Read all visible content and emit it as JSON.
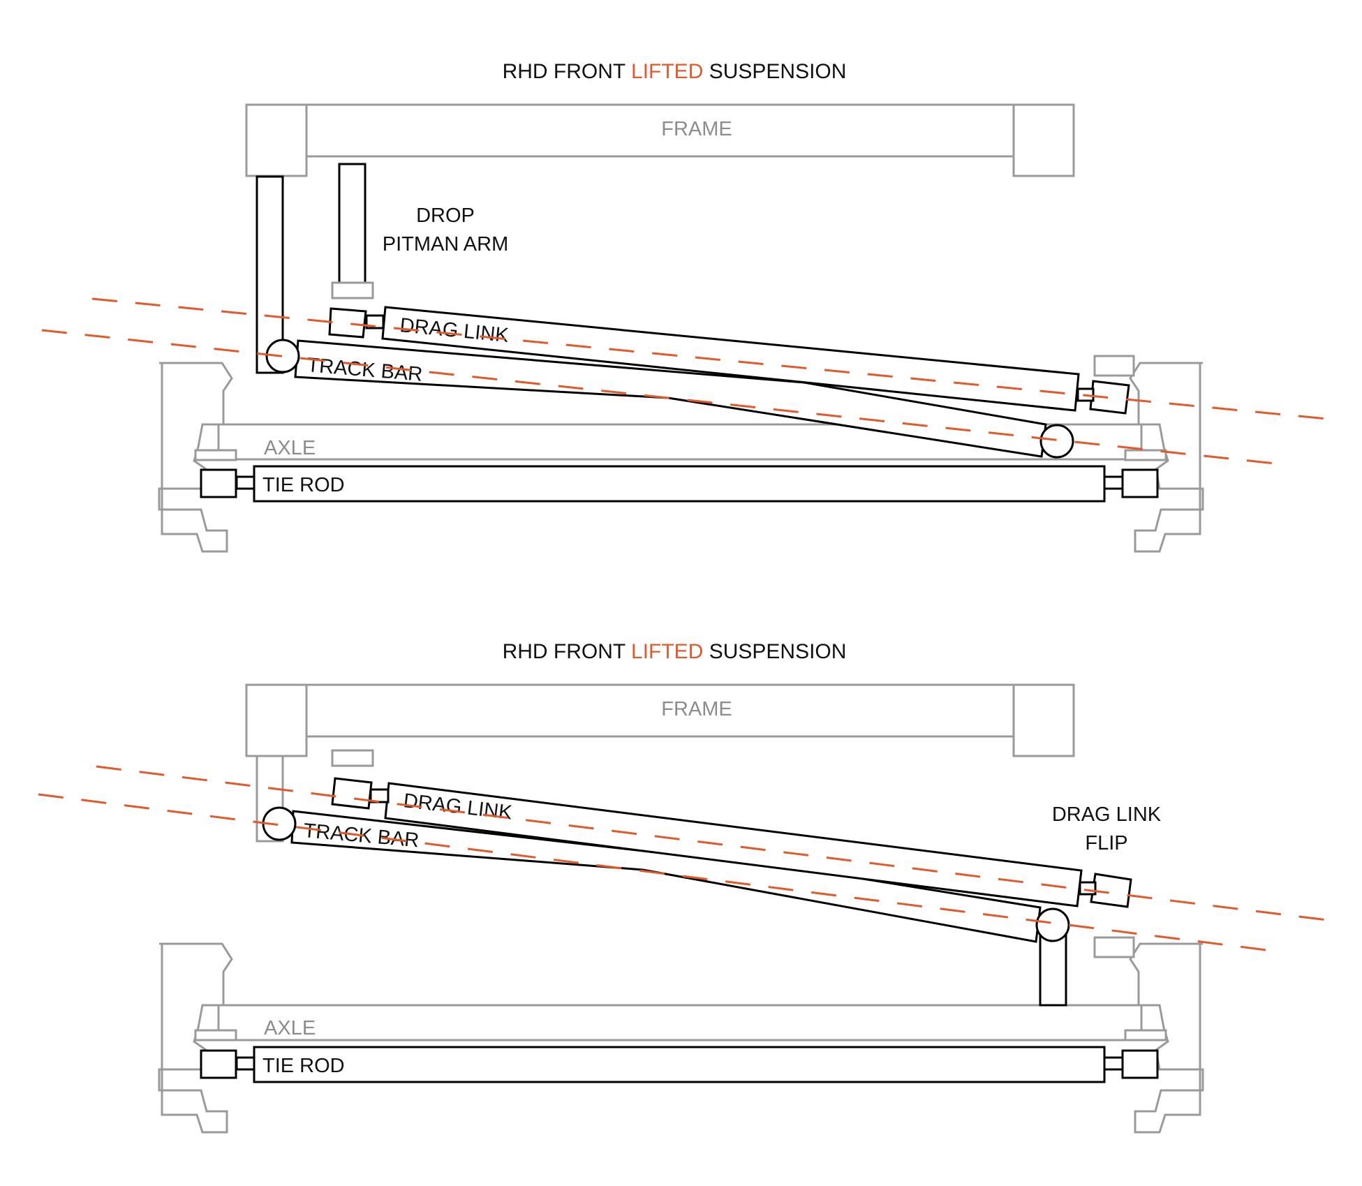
{
  "colors": {
    "ink": "#000000",
    "grey": "#9a9a9a",
    "accent": "#e05a2b"
  },
  "diagram_top": {
    "title_pre": "RHD FRONT ",
    "title_accent": "LIFTED",
    "title_post": " SUSPENSION",
    "frame": "FRAME",
    "drop_line1": "DROP",
    "drop_line2": "PITMAN ARM",
    "drag_link": "DRAG LINK",
    "track_bar": "TRACK BAR",
    "axle": "AXLE",
    "tie_rod": "TIE ROD"
  },
  "diagram_bottom": {
    "title_pre": "RHD FRONT ",
    "title_accent": "LIFTED",
    "title_post": " SUSPENSION",
    "frame": "FRAME",
    "drag_link": "DRAG LINK",
    "track_bar": "TRACK BAR",
    "flip_line1": "DRAG LINK",
    "flip_line2": "FLIP",
    "axle": "AXLE",
    "tie_rod": "TIE ROD"
  }
}
